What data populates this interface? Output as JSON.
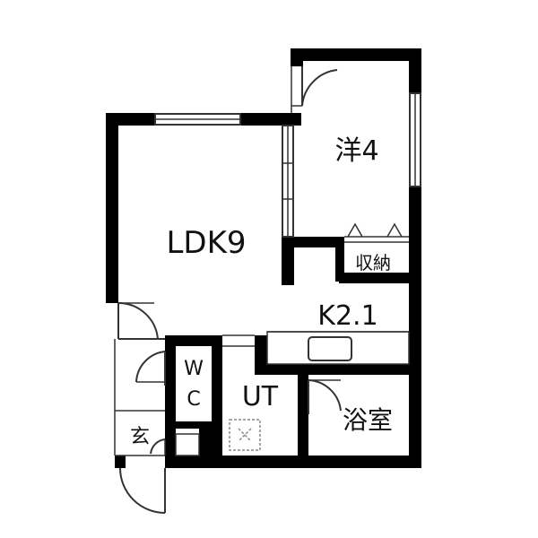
{
  "rooms": {
    "ldk": {
      "label": "LDK9"
    },
    "western": {
      "label": "洋4"
    },
    "storage": {
      "label": "収納"
    },
    "kitchen": {
      "label": "K2.1"
    },
    "utility": {
      "label": "UT"
    },
    "bath": {
      "label": "浴室"
    },
    "wc": {
      "label_top": "W",
      "label_bottom": "C"
    },
    "entrance": {
      "label": "玄"
    }
  },
  "colors": {
    "wall": "#000000",
    "background": "#ffffff",
    "line": "#333333",
    "washer_outline": "#888888"
  }
}
